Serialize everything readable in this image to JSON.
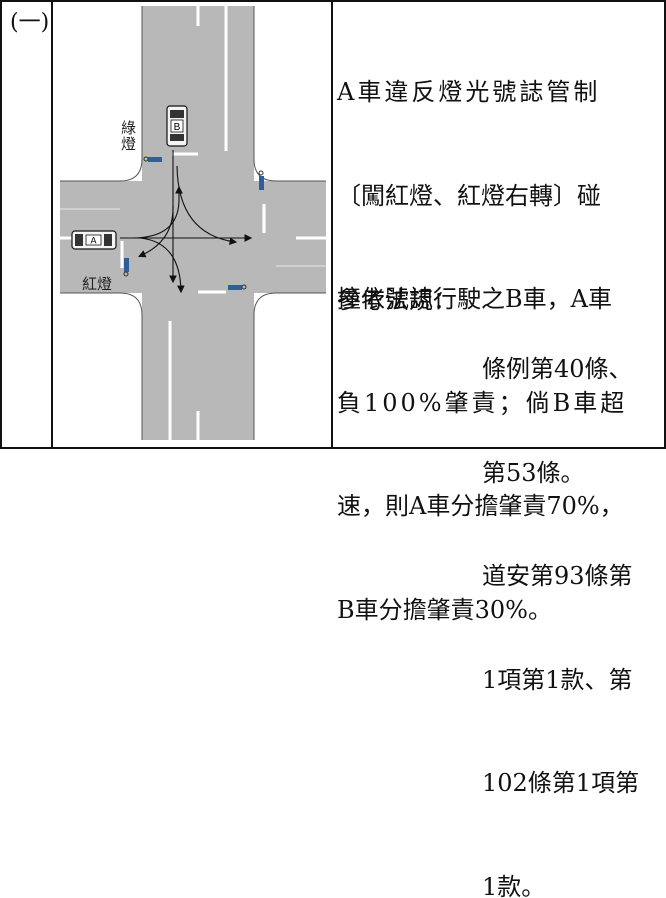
{
  "item_number": "(一)",
  "diagram": {
    "green_light_label": "綠燈",
    "red_light_label": "紅燈",
    "car_a_label": "A",
    "car_b_label": "B"
  },
  "description_lines": [
    "A車違反燈光號誌管制",
    "〔闖紅燈、紅燈右轉〕碰",
    "撞依號誌行駛之B車，A車",
    "負100%肇責；倘B車超",
    "速，則A車分擔肇責70%，",
    "B車分擔肇責30%。"
  ],
  "references": {
    "label": "參考法規：",
    "items": [
      "條例第40條、",
      "第53條。",
      "道安第93條第",
      "1項第1款、第",
      "102條第1項第",
      "1款。"
    ]
  }
}
